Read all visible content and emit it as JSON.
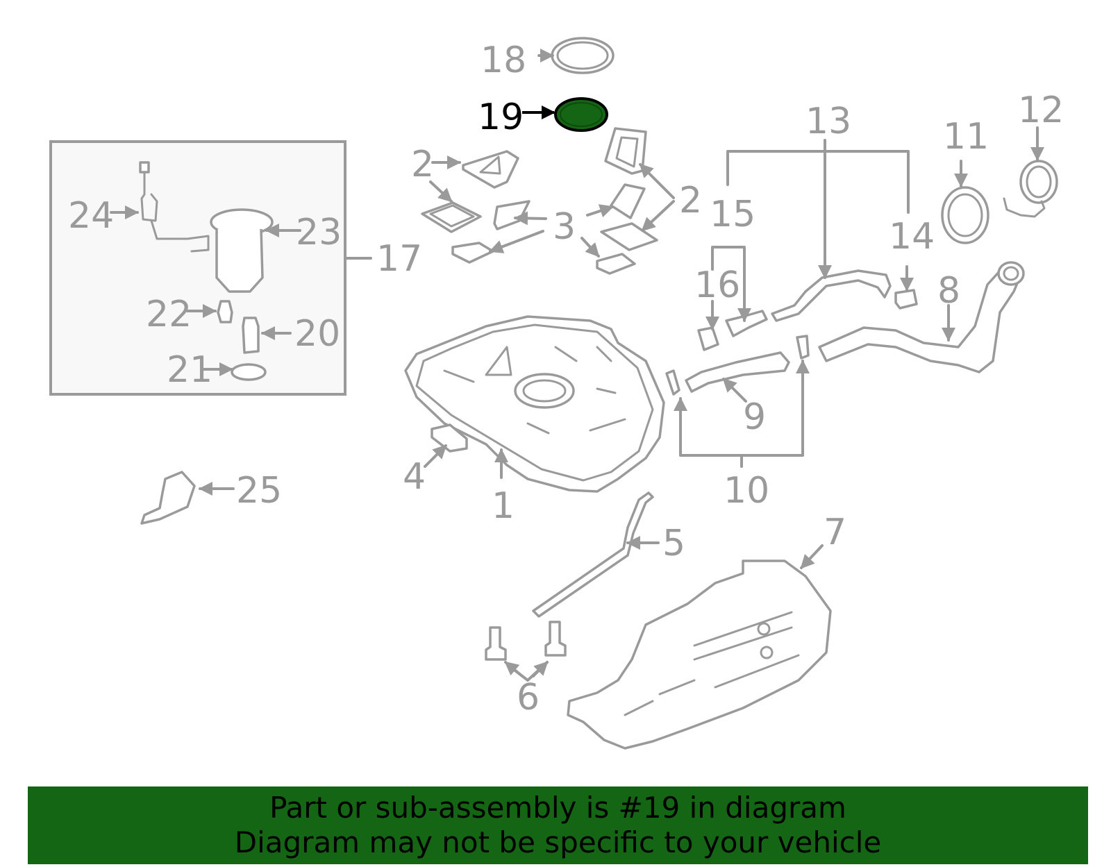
{
  "diagram": {
    "highlight_color": "#146614",
    "line_color": "#9a9a9a",
    "callouts": [
      {
        "id": "1",
        "label": "1"
      },
      {
        "id": "2a",
        "label": "2"
      },
      {
        "id": "2b",
        "label": "2"
      },
      {
        "id": "3",
        "label": "3"
      },
      {
        "id": "4",
        "label": "4"
      },
      {
        "id": "5",
        "label": "5"
      },
      {
        "id": "6",
        "label": "6"
      },
      {
        "id": "7",
        "label": "7"
      },
      {
        "id": "8",
        "label": "8"
      },
      {
        "id": "9",
        "label": "9"
      },
      {
        "id": "10",
        "label": "10"
      },
      {
        "id": "11",
        "label": "11"
      },
      {
        "id": "12",
        "label": "12"
      },
      {
        "id": "13",
        "label": "13"
      },
      {
        "id": "14",
        "label": "14"
      },
      {
        "id": "15",
        "label": "15"
      },
      {
        "id": "16",
        "label": "16"
      },
      {
        "id": "17",
        "label": "17"
      },
      {
        "id": "18",
        "label": "18"
      },
      {
        "id": "19",
        "label": "19",
        "highlighted": true
      },
      {
        "id": "20",
        "label": "20"
      },
      {
        "id": "21",
        "label": "21"
      },
      {
        "id": "22",
        "label": "22"
      },
      {
        "id": "23",
        "label": "23"
      },
      {
        "id": "24",
        "label": "24"
      },
      {
        "id": "25",
        "label": "25"
      }
    ]
  },
  "footer": {
    "line1": "Part or sub-assembly is #19 in diagram",
    "line2": "Diagram may not be specific to your vehicle"
  }
}
